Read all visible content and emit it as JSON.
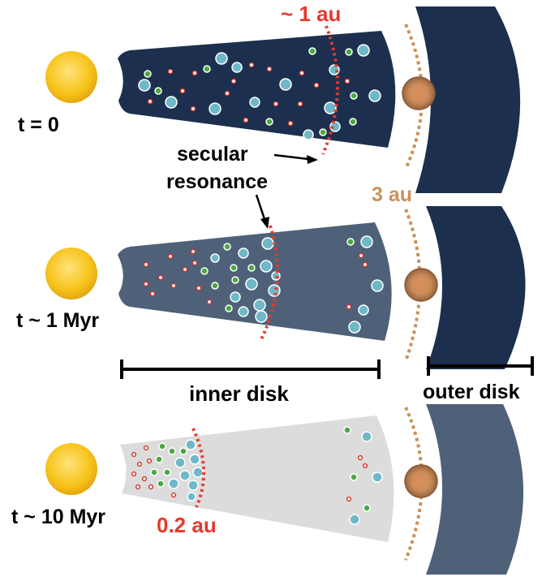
{
  "panels": [
    {
      "time_label": "t = 0",
      "inner_disk_color": "#1c2f4e",
      "outer_disk_color": "#1c2f4e"
    },
    {
      "time_label": "t ~ 1 Myr",
      "inner_disk_color": "#4e6178",
      "outer_disk_color": "#1c2f4e"
    },
    {
      "time_label": "t ~ 10 Myr",
      "inner_disk_color": "#dcdcdc",
      "outer_disk_color": "#4e6178"
    }
  ],
  "annotations": {
    "resonance_distance": "~ 1 au",
    "secular_resonance_line1": "secular",
    "secular_resonance_line2": "resonance",
    "planet_distance": "3 au",
    "inner_disk": "inner disk",
    "outer_disk": "outer disk",
    "final_distance": "0.2 au"
  },
  "colors": {
    "resonance_line": "#e8392b",
    "planet_orbit": "#c9915a",
    "planet_distance_text": "#c9915a",
    "sun": "#f7c31a",
    "planet": "#b8794a",
    "green_body": "#4aa93e",
    "blue_body": "#6fb8c8",
    "red_body": "#d0322a"
  },
  "icons": [
    "sun-icon",
    "planet-icon"
  ]
}
